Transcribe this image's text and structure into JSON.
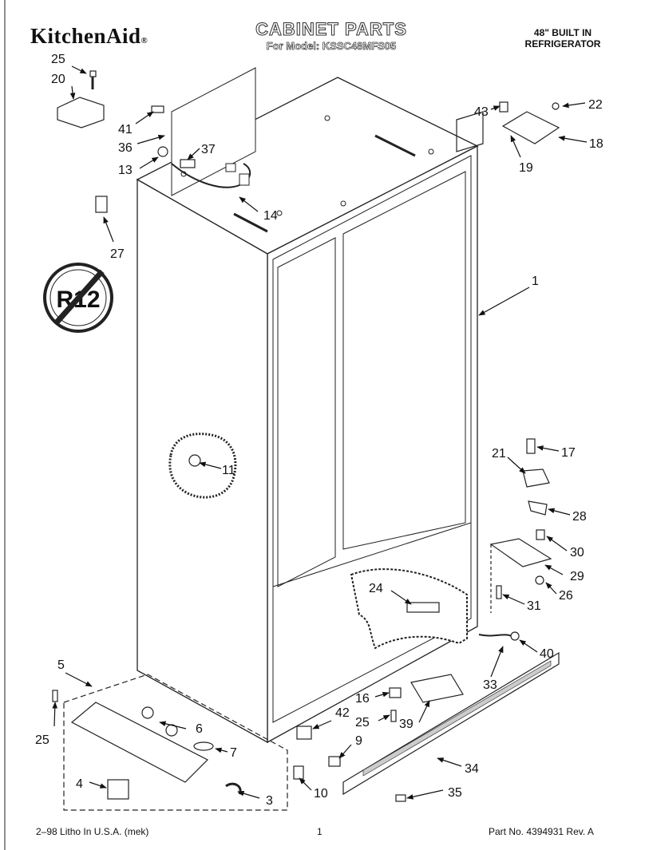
{
  "header": {
    "brand": "KitchenAid",
    "brand_mark": "®",
    "title": "CABINET PARTS",
    "model_line": "For Model: KSSC48MFS05",
    "product_line1": "48\" BUILT IN",
    "product_line2": "REFRIGERATOR"
  },
  "badge": {
    "text": "R12"
  },
  "callouts": {
    "c1": "1",
    "c3": "3",
    "c4": "4",
    "c5": "5",
    "c6": "6",
    "c7": "7",
    "c9": "9",
    "c10": "10",
    "c11": "11",
    "c13": "13",
    "c14": "14",
    "c16": "16",
    "c17": "17",
    "c18": "18",
    "c19": "19",
    "c20": "20",
    "c21": "21",
    "c22": "22",
    "c24": "24",
    "c25a": "25",
    "c25b": "25",
    "c25c": "25",
    "c26": "26",
    "c27": "27",
    "c28": "28",
    "c29": "29",
    "c30": "30",
    "c31": "31",
    "c33": "33",
    "c34": "34",
    "c35": "35",
    "c36": "36",
    "c37": "37",
    "c39": "39",
    "c40": "40",
    "c41": "41",
    "c42": "42",
    "c43": "43"
  },
  "footer": {
    "left": "2–98 Litho In U.S.A. (mek)",
    "center": "1",
    "right": "Part No. 4394931 Rev. A"
  }
}
